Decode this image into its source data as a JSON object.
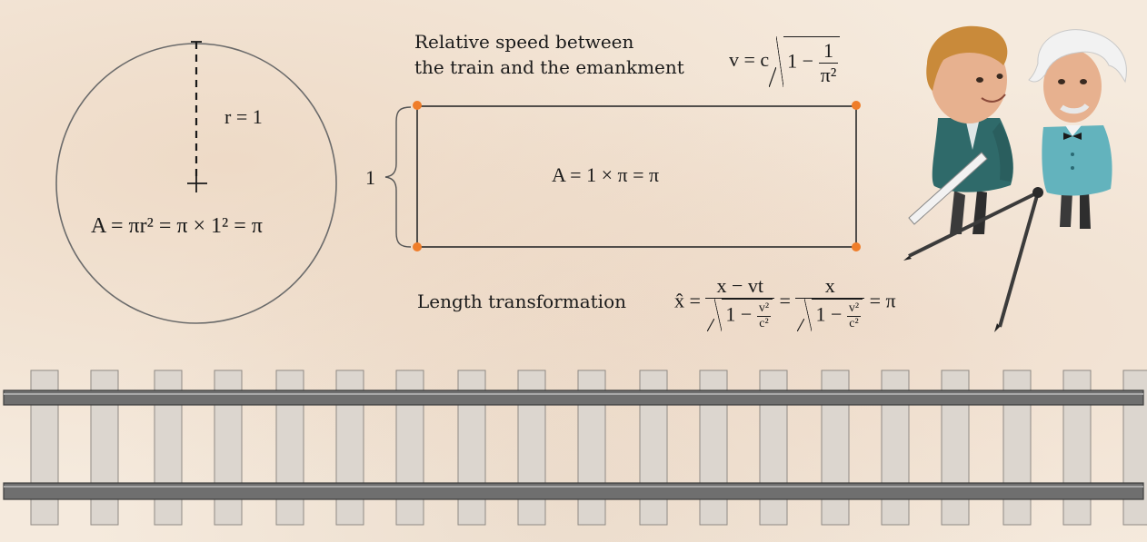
{
  "circle": {
    "radius_label": "r = 1",
    "area_formula": "A = πr² = π × 1² = π"
  },
  "rectangle": {
    "side_label": "1",
    "area_formula": "A = 1 × π = π",
    "corner_color": "#ef7d2a"
  },
  "speed": {
    "caption_line1": "Relative speed between",
    "caption_line2": "the train and the emankment",
    "formula": {
      "lhs": "v = c",
      "radicand_lead": "1 −",
      "num": "1",
      "den": "π²"
    }
  },
  "length": {
    "caption": "Length transformation",
    "formula": {
      "lhs": "x̂ =",
      "frac1_num": "x − vt",
      "frac1_den_lead": "1 −",
      "frac1_den_num": "v²",
      "frac1_den_den": "c²",
      "mid": "=",
      "frac2_num": "x",
      "frac2_den_lead": "1 −",
      "frac2_den_num": "v²",
      "frac2_den_den": "c²",
      "rhs": "= π"
    }
  },
  "colors": {
    "rail": "#6f6f6f",
    "sleeper": "#dcd6cf",
    "jacket_left": "#2f6a6a",
    "jacket_right": "#63b3bd",
    "skin": "#e7b18f",
    "hair_left": "#c98a3a",
    "hair_right": "#f2f2f2"
  },
  "characters": {
    "left": "young-man-with-ruler",
    "right": "einstein-with-compass"
  }
}
